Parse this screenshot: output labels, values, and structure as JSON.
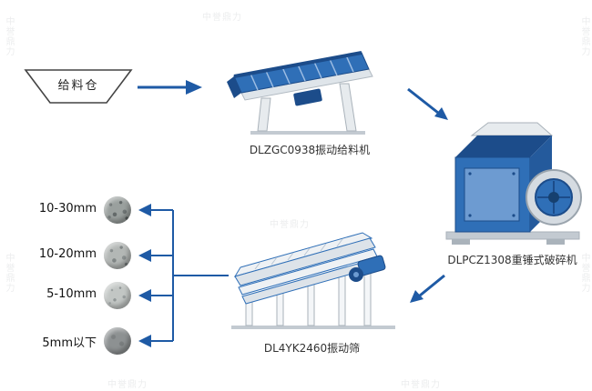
{
  "diagram": {
    "hopper_label": "给料仓",
    "feeder_label": "DLZGC0938振动给料机",
    "crusher_label": "DLPCZ1308重锤式破碎机",
    "screen_label": "DL4YK2460振动筛"
  },
  "products": [
    {
      "label": "10-30mm"
    },
    {
      "label": "10-20mm"
    },
    {
      "label": "5-10mm"
    },
    {
      "label": "5mm以下"
    }
  ],
  "watermark": "中誉鼎力",
  "colors": {
    "arrow_blue": "#1e5aa5",
    "machine_blue": "#2f6fb7",
    "machine_dark_blue": "#1c4c8a",
    "steel_gray": "#d5dbe1",
    "label_text": "#333333"
  }
}
